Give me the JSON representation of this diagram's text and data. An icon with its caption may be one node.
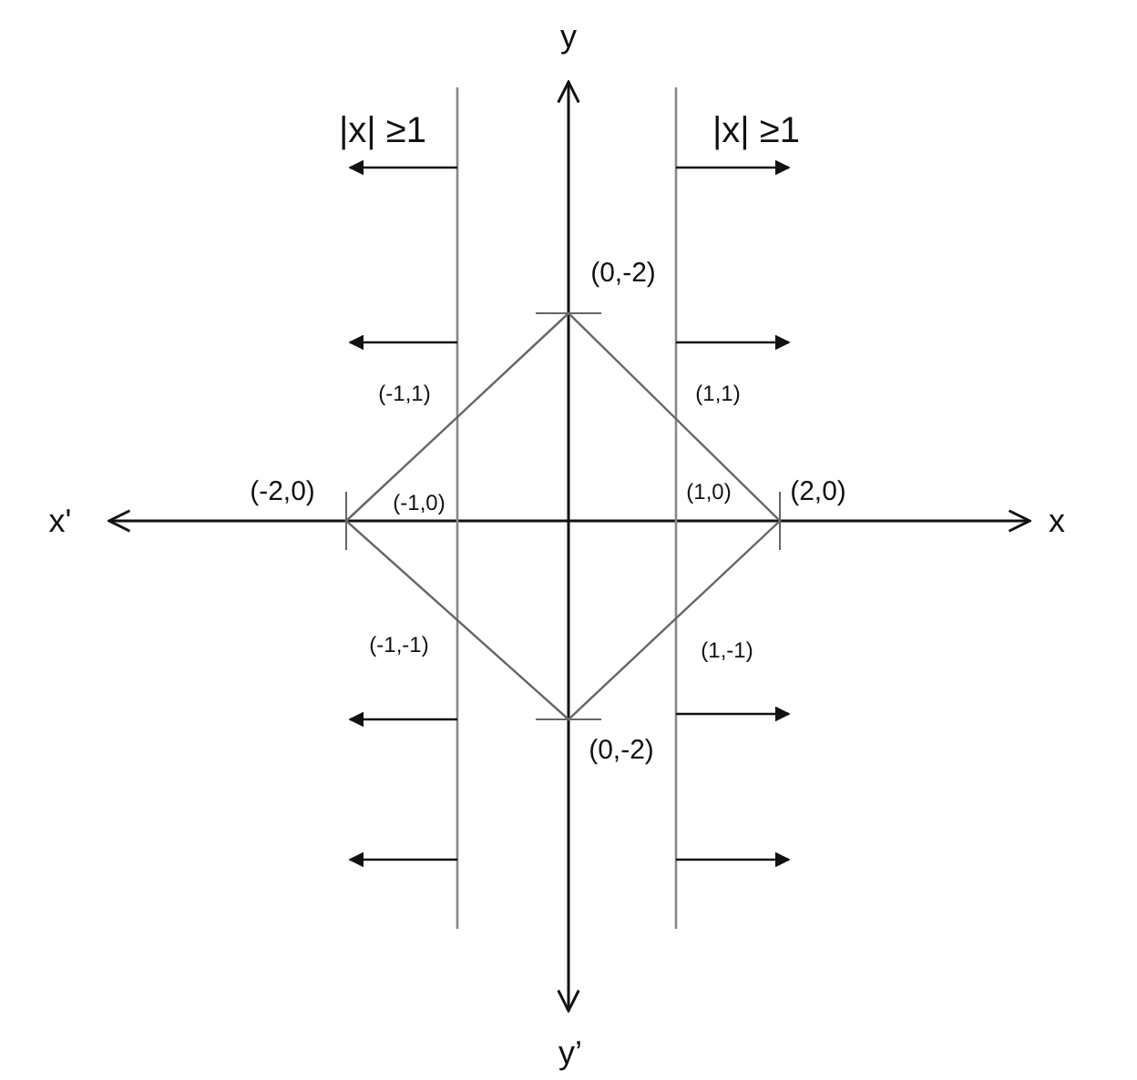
{
  "diagram": {
    "labels": [
      "y",
      "|x| ≥1",
      "|x| ≥1",
      "(0,-2)",
      "(-1,1)",
      "(1,1)",
      "(-2,0)",
      "(-1,0)",
      "(1,0)",
      "(2,0)",
      "x'",
      "x",
      "(-1,-1)",
      "(1,-1)",
      "(0,-2)",
      "y’"
    ]
  }
}
